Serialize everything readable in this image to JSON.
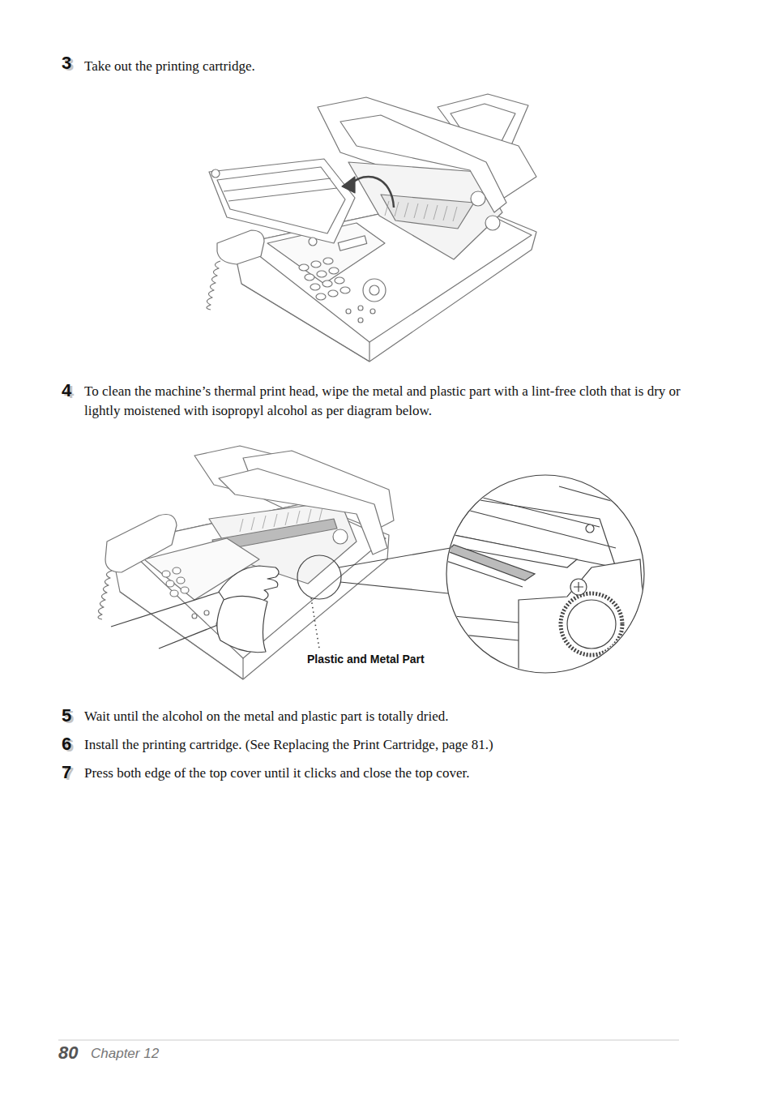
{
  "diagram": {
    "labels": [
      "3",
      "Take out the printing cartridge.",
      "4",
      "To clean the machine’s thermal print head, wipe the metal and plastic part with a lint-free cloth that is dry or lightly moistened with isopropyl alcohol as per diagram below.",
      "Plastic and Metal Part",
      "5",
      "Wait until the alcohol on the metal and plastic part is totally dried.",
      "6",
      "Install the printing cartridge. (See Replacing the Print Cartridge, page 81.)",
      "7",
      "Press both edge of the top cover until it clicks and close the top cover.",
      "80",
      "Chapter 12"
    ]
  }
}
